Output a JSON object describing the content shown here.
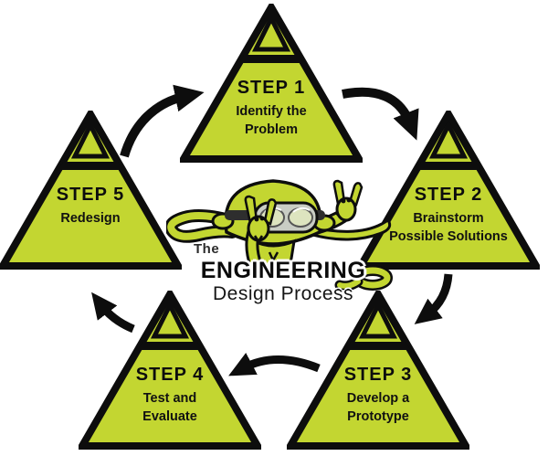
{
  "diagram": {
    "title": "The Engineering Design Process"
  },
  "logo": {
    "prefix": "The",
    "title": "ENGINEERING",
    "subtitle": "Design Process",
    "mascot_icon": "octopus-with-goggles-icon"
  },
  "steps": [
    {
      "label": "STEP 1",
      "lines": [
        "Identify the",
        "Problem"
      ]
    },
    {
      "label": "STEP 2",
      "lines": [
        "Brainstorm",
        "Possible Solutions"
      ]
    },
    {
      "label": "STEP 3",
      "lines": [
        "Develop a",
        "Prototype"
      ]
    },
    {
      "label": "STEP 4",
      "lines": [
        "Test and",
        "Evaluate"
      ]
    },
    {
      "label": "STEP 5",
      "lines": [
        "Redesign"
      ]
    }
  ],
  "arrows": [
    "arrow-step5-to-step1",
    "arrow-step1-to-step2",
    "arrow-step2-to-step3",
    "arrow-step3-to-step4",
    "arrow-step4-to-step5"
  ],
  "colors": {
    "triangle_green": "#c3d631",
    "outline_black": "#0d0d0d",
    "background": "#ffffff"
  }
}
